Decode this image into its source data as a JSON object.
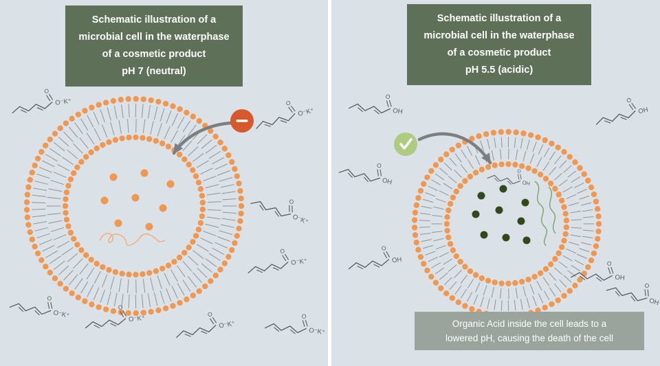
{
  "colors": {
    "background": "#dbe2e7",
    "divider": "#ffffff",
    "title_bg": "#5e7158",
    "title_text": "#ffffff",
    "footer_bg": "#9aa49c",
    "footer_text": "#ffffff",
    "membrane": "#f09851",
    "membrane_tail": "#8e9398",
    "arrow": "#7b7f82",
    "molecule_stroke": "#565c60"
  },
  "panels": [
    {
      "id": "ph7-neutral",
      "title_lines": [
        "Schematic illustration of a",
        "microbial cell in the waterphase",
        "of a cosmetic product",
        "pH 7 (neutral)"
      ],
      "badge": {
        "icon": "minus-icon",
        "type": "minus",
        "color": "#d6592c",
        "symbol_color": "#ffffff"
      },
      "interior": {
        "dot_color": "#f09851",
        "dot_count": 8,
        "squiggle_color": "#f2ab74"
      },
      "molecule": {
        "carbonyl_label": "O",
        "label": "O⁻K⁺",
        "count": 8
      }
    },
    {
      "id": "ph55-acidic",
      "title_lines": [
        "Schematic illustration of a",
        "microbial cell in the waterphase",
        "of a cosmetic product",
        "pH 5.5 (acidic)"
      ],
      "badge": {
        "icon": "check-icon",
        "type": "check",
        "color": "#aecb81",
        "symbol_color": "#ffffff"
      },
      "interior": {
        "dot_color": "#33481c",
        "dot_count": 9,
        "squiggle_color": "#7da065"
      },
      "molecule": {
        "carbonyl_label": "O",
        "label": "OH",
        "count": 7
      },
      "footer_lines": [
        "Organic Acid inside the cell leads to a",
        "lowered pH, causing the death of the cell"
      ]
    }
  ]
}
